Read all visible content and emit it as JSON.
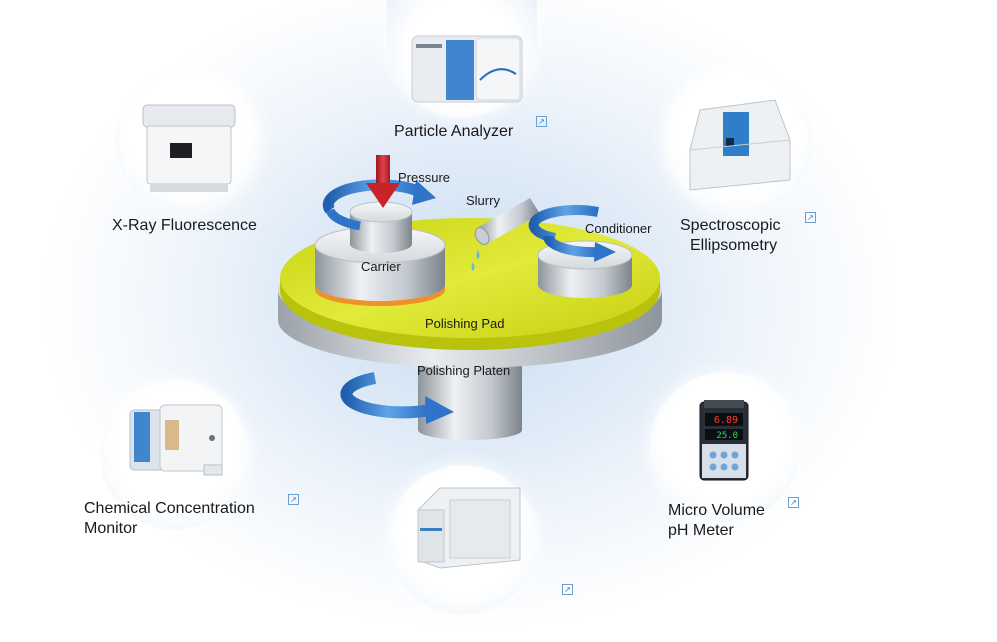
{
  "instruments": {
    "particle_analyzer": "Particle Analyzer",
    "xray_fluorescence": "X-Ray Fluorescence",
    "spectroscopic_line1": "Spectroscopic",
    "spectroscopic_line2": "Ellipsometry",
    "chemical_line1": "Chemical Concentration",
    "chemical_line2": "Monitor",
    "ph_line1": "Micro Volume",
    "ph_line2": "pH Meter"
  },
  "cmp": {
    "pressure": "Pressure",
    "slurry": "Slurry",
    "carrier": "Carrier",
    "conditioner": "Conditioner",
    "polishing_pad": "Polishing Pad",
    "polishing_platen": "Polishing Platen"
  },
  "ph_display": {
    "top": "6.89",
    "bottom": "25.0"
  },
  "link_icon_glyph": "↗",
  "colors": {
    "pad": "#d9e21c",
    "arrow_blue": "#2f74c8",
    "pressure_red": "#c8222b",
    "carrier_ring": "#f0902a",
    "metal": "#c9ced4"
  }
}
